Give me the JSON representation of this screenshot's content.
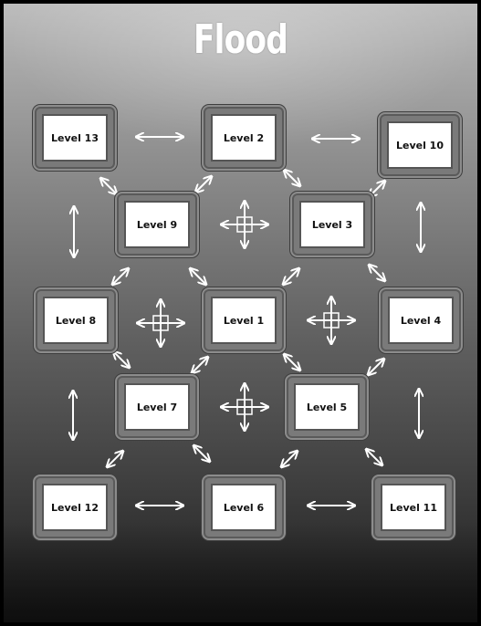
{
  "title": "Flood",
  "levels": {
    "l1": "Level 1",
    "l2": "Level 2",
    "l3": "Level 3",
    "l4": "Level 4",
    "l5": "Level 5",
    "l6": "Level 6",
    "l7": "Level 7",
    "l8": "Level 8",
    "l9": "Level 9",
    "l10": "Level 10",
    "l11": "Level 11",
    "l12": "Level 12",
    "l13": "Level 13"
  },
  "icons": {
    "connector": "double-arrow-icon",
    "crossroad": "four-way-arrow-icon"
  }
}
